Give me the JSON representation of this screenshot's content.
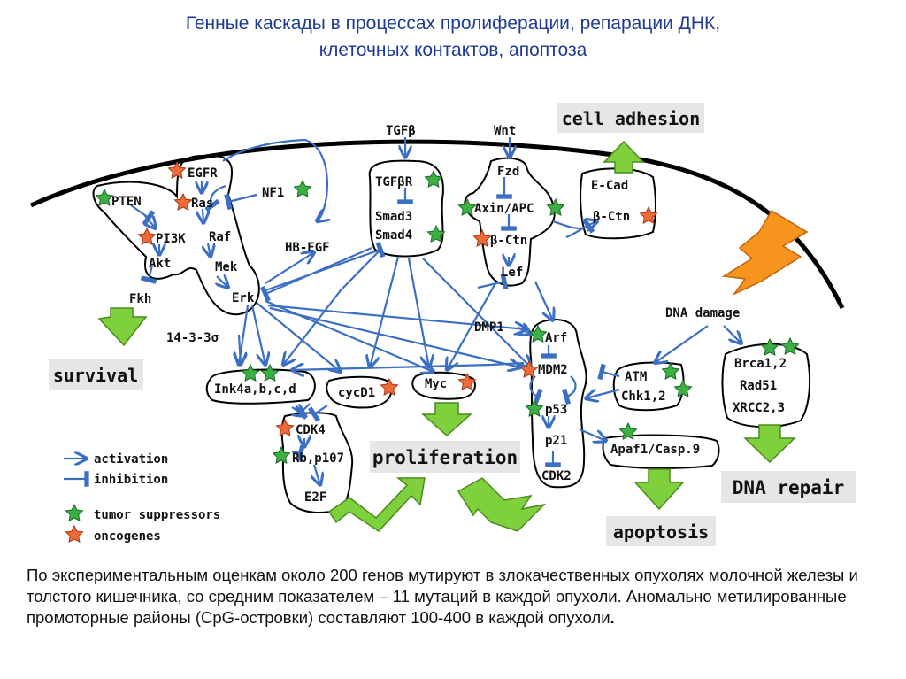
{
  "title": {
    "line1": "Генные каскады в процессах пролиферации, репарации ДНК,",
    "line2": "клеточных контактов, апоптоза"
  },
  "caption": {
    "text": "По экспериментальным оценкам около 200 генов мутируют в злокачественных опухолях молочной железы и толстого кишечника, со средним показателем – 11 мутаций в каждой опухоли. Аномально метилированные промоторные районы (CpG-островки) составляют 100-400 в каждой опухоли",
    "end_mark": "."
  },
  "nodes": {
    "egfr": "EGFR",
    "ras": "Ras",
    "raf": "Raf",
    "mek": "Mek",
    "erk": "Erk",
    "pten": "PTEN",
    "pi3k": "PI3K",
    "akt": "Akt",
    "fkh": "Fkh",
    "nf1": "NF1",
    "hb_egf": "HB-EGF",
    "tgfb": "TGFβ",
    "tgfbr": "TGFβR",
    "smad3": "Smad3",
    "smad4": "Smad4",
    "wnt": "Wnt",
    "fzd": "Fzd",
    "axin_apc": "Axin/APC",
    "b_ctn": "β-Ctn",
    "lef": "Lef",
    "e_cad": "E-Cad",
    "b_ctn2": "β-Ctn",
    "dna_damage": "DNA damage",
    "brca": "Brca1,2",
    "rad51": "Rad51",
    "xrcc": "XRCC2,3",
    "atm": "ATM",
    "chk": "Chk1,2",
    "dmp1": "DMP1",
    "arf": "Arf",
    "mdm2": "MDM2",
    "p53": "p53",
    "p21": "p21",
    "cdk2": "CDK2",
    "apaf": "Apaf1/Casp.9",
    "s1433": "14-3-3σ",
    "ink4": "Ink4a,b,c,d",
    "cycd1": "cycD1",
    "cdk4": "CDK4",
    "rb": "Rb,p107",
    "e2f": "E2F",
    "myc": "Myc"
  },
  "outcomes": {
    "cell_adhesion": "cell adhesion",
    "survival": "survival",
    "proliferation": "proliferation",
    "apoptosis": "apoptosis",
    "dna_repair": "DNA repair"
  },
  "legend": {
    "activation": "activation",
    "inhibition": "inhibition",
    "tumor_suppressors": "tumor suppressors",
    "oncogenes": "oncogenes"
  },
  "colors": {
    "title": "#1f3a93",
    "arrow": "#3b6fc4",
    "green_arrow": "#7ed13c",
    "tumor_suppressor_star": "#3cb043",
    "oncogene_star": "#ef6a3a",
    "lightning": "#f7941d",
    "outcome_label_bg": "#e6e6e6"
  }
}
